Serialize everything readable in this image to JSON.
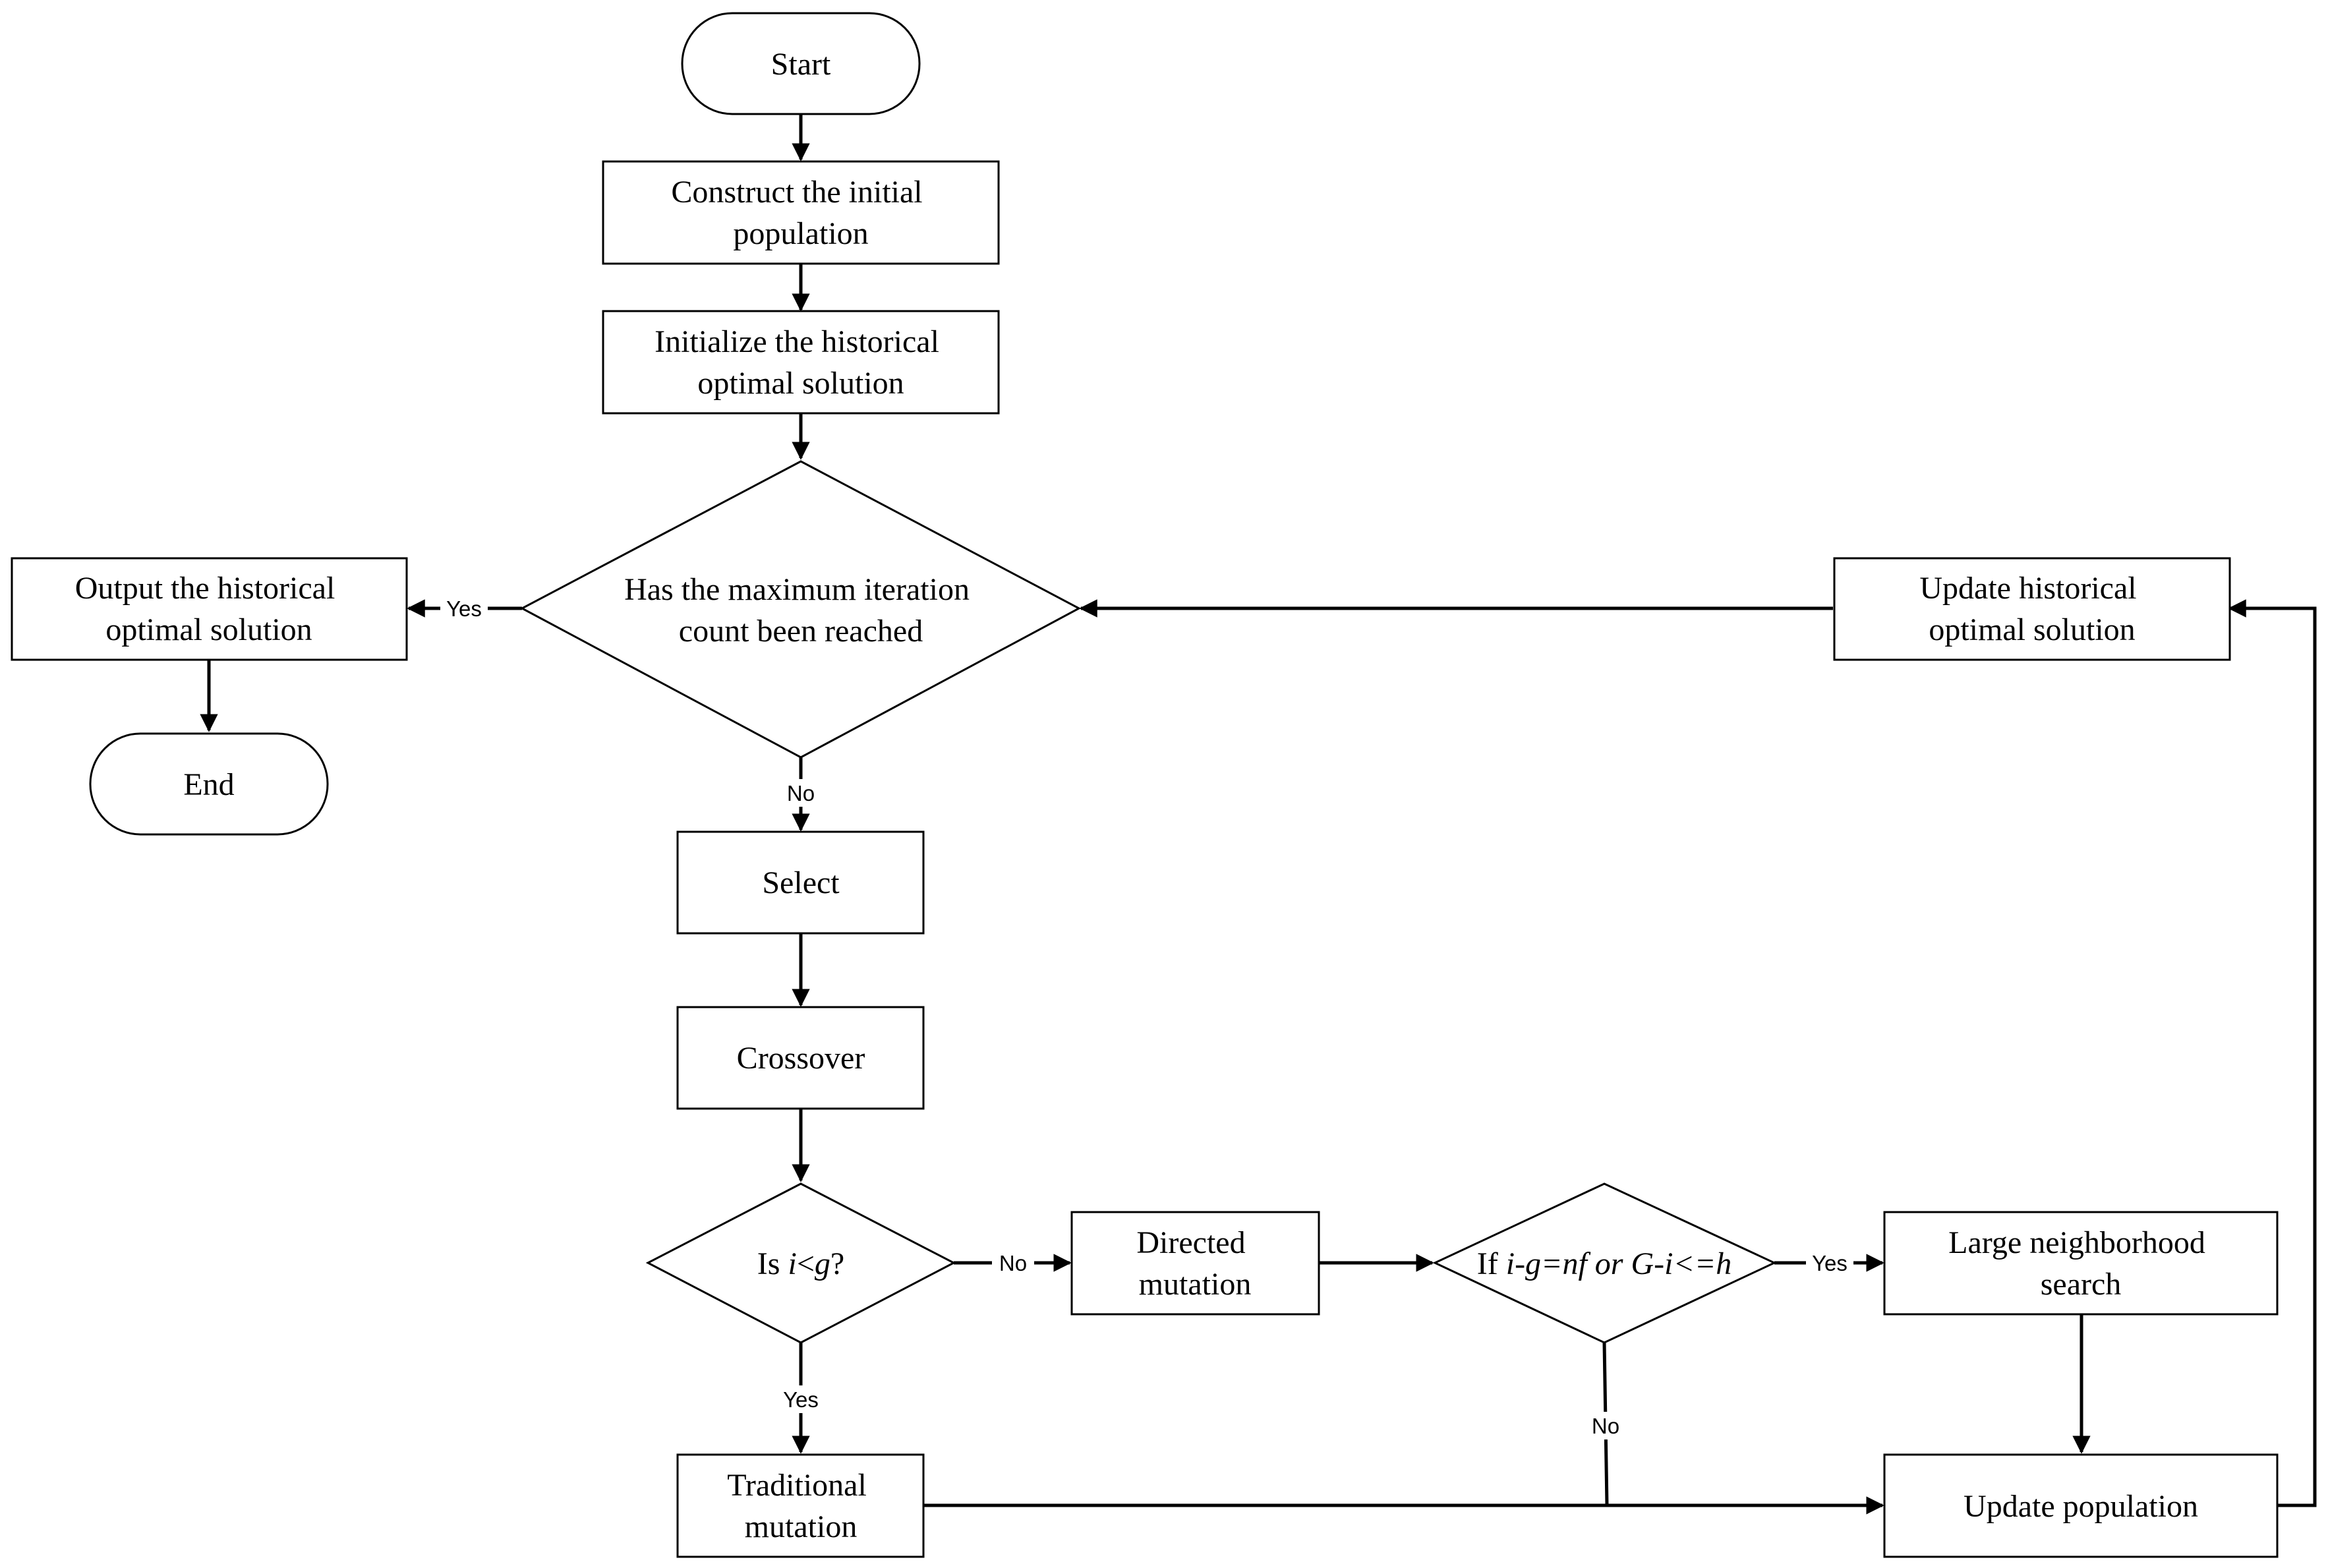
{
  "nodes": {
    "start": "Start",
    "construct": [
      "Construct the initial",
      "population"
    ],
    "initialize": [
      "Initialize the historical",
      "optimal solution"
    ],
    "max_iter": [
      "Has the maximum iteration",
      "count been reached"
    ],
    "output": [
      "Output the historical",
      "optimal solution"
    ],
    "end": "End",
    "update_hist": [
      "Update historical",
      "optimal solution"
    ],
    "select": "Select",
    "crossover": "Crossover",
    "is_ig": {
      "prefix": "Is ",
      "var1": "i",
      "op": "<",
      "var2": "g",
      "suffix": "?"
    },
    "directed": [
      "Directed",
      "mutation"
    ],
    "if_cond": {
      "prefix": "If ",
      "expr": "i-g=nf or G-i<=h"
    },
    "large": [
      "Large neighborhood",
      "search"
    ],
    "traditional": [
      "Traditional",
      "mutation"
    ],
    "update_pop": "Update population"
  },
  "edge_labels": {
    "yes_output": "Yes",
    "no_select": "No",
    "no_directed": "No",
    "yes_large": "Yes",
    "yes_traditional": "Yes",
    "no_update": "No"
  }
}
